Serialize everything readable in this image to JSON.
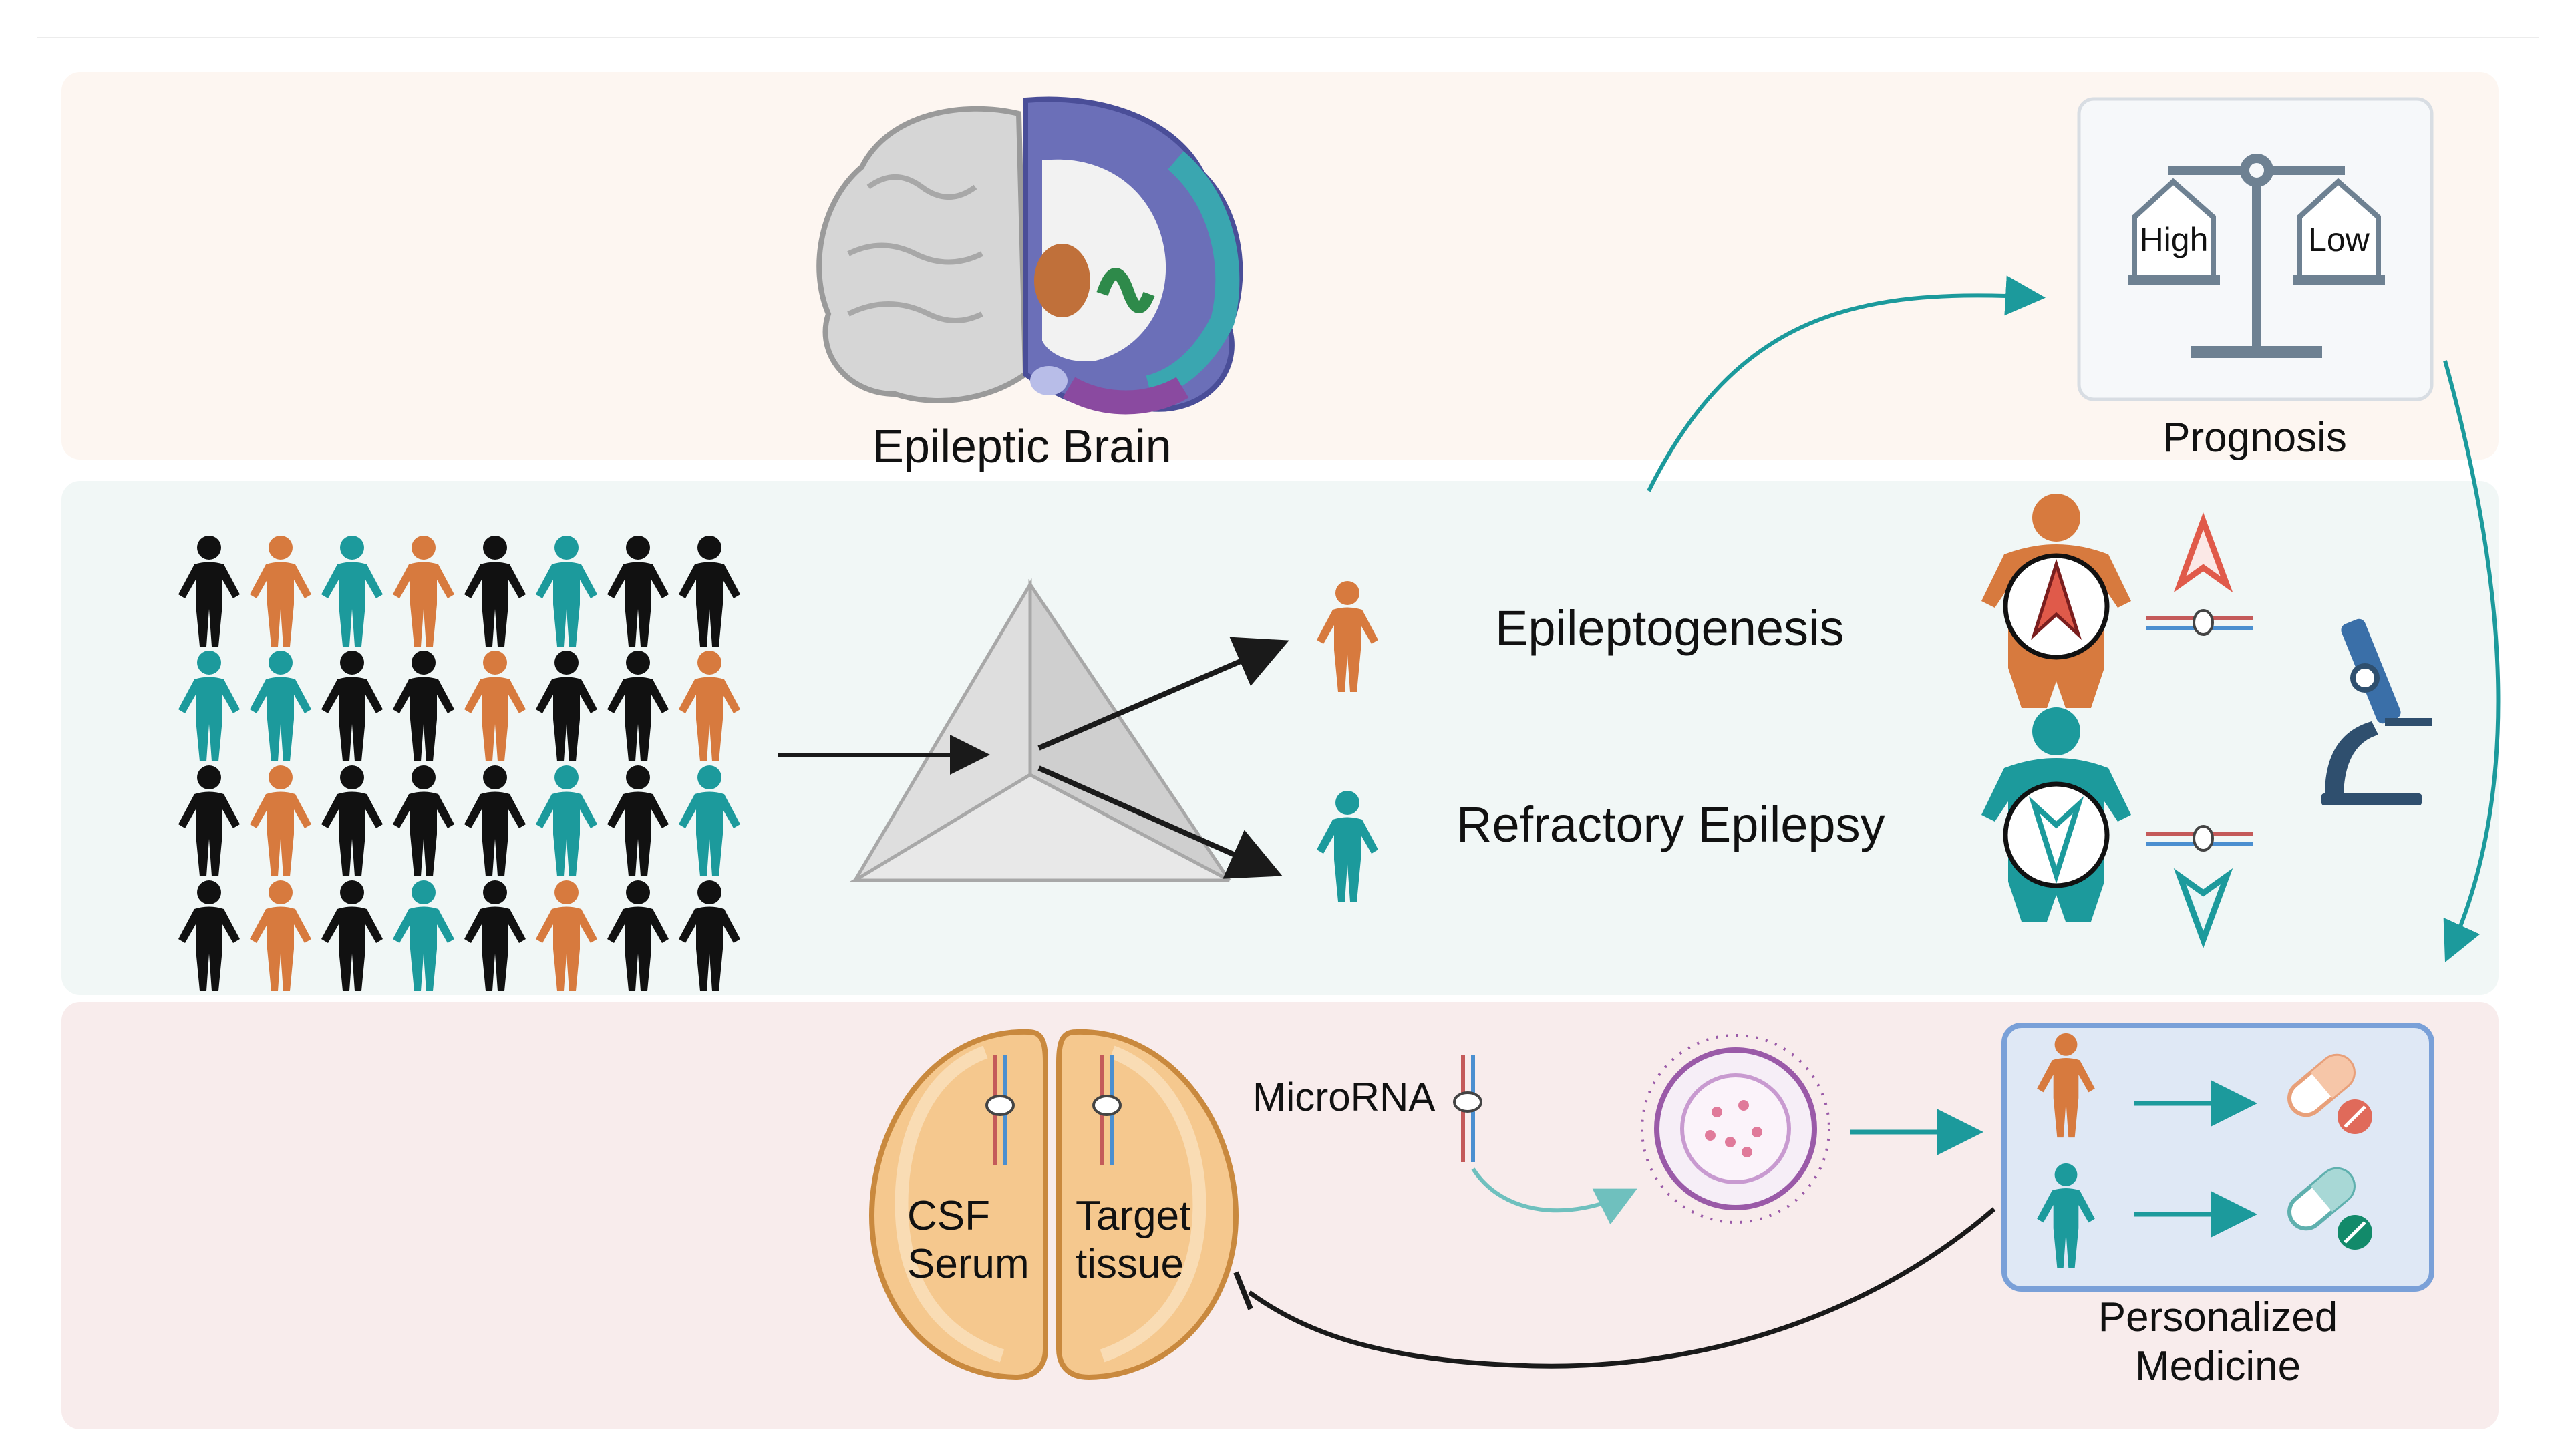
{
  "labels": {
    "epileptic_brain": "Epileptic Brain",
    "prognosis": "Prognosis",
    "high": "High",
    "low": "Low",
    "epileptogenesis": "Epileptogenesis",
    "refractory_epilepsy": "Refractory Epilepsy",
    "microrna": "MicroRNA",
    "csf": "CSF",
    "serum": "Serum",
    "target": "Target",
    "tissue": "tissue",
    "personalized": "Personalized",
    "medicine": "Medicine"
  },
  "colors": {
    "band_top": "#fdf6f1",
    "band_middle": "#f1f7f6",
    "band_bottom": "#f8ecec",
    "orange": "#d77a3e",
    "teal": "#1c9a9c",
    "black": "#111111",
    "red": "#e05a4a",
    "purple": "#9a5aa8",
    "panel_blue": "#7aa0d8",
    "pyramid": "#d9d9d9"
  },
  "people_grid": [
    [
      "black",
      "orange",
      "teal",
      "orange",
      "black",
      "teal",
      "black",
      "black"
    ],
    [
      "teal",
      "teal",
      "black",
      "black",
      "orange",
      "black",
      "black",
      "orange"
    ],
    [
      "black",
      "orange",
      "black",
      "black",
      "black",
      "teal",
      "black",
      "teal"
    ],
    [
      "black",
      "orange",
      "black",
      "teal",
      "black",
      "orange",
      "black",
      "black"
    ]
  ]
}
